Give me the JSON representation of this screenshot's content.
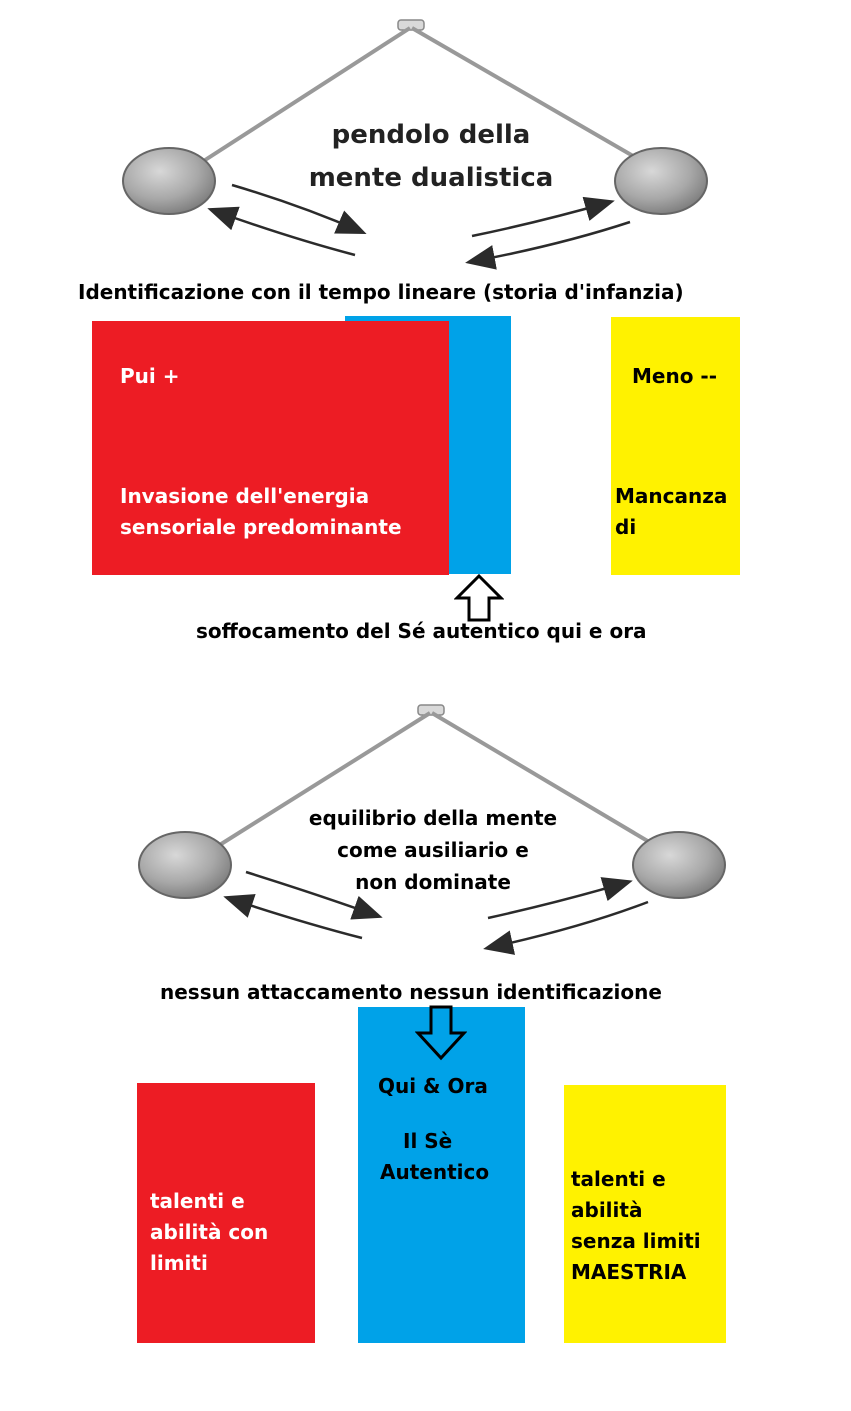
{
  "colors": {
    "red": "#ed1c24",
    "blue": "#00a2e8",
    "yellow": "#fff200",
    "bob": "#aaaaaa",
    "rod": "#999999",
    "arrow": "#2b2b2b"
  },
  "top": {
    "pendulum_title": [
      "pendolo della",
      "mente dualistica"
    ],
    "identification": "Identificazione con il tempo lineare (storia d'infanzia)",
    "red_plus": "Pui +",
    "red_text": [
      "Invasione dell'energia",
      "sensoriale predominante"
    ],
    "yellow_minus": "Meno --",
    "yellow_text": [
      "Mancanza",
      "di"
    ],
    "suffocation": "soffocamento del Sé autentico qui e ora"
  },
  "bottom": {
    "pendulum_title": [
      "equilibrio della mente",
      "come ausiliario e",
      "non dominate"
    ],
    "no_attachment": "nessun attaccamento nessun identificazione",
    "blue_text": [
      "Qui & Ora",
      "Il Sè",
      "Autentico"
    ],
    "red_text": [
      "talenti e",
      "abilità con",
      "limiti"
    ],
    "yellow_text": [
      "talenti e",
      "abilità",
      "senza limiti",
      "MAESTRIA"
    ]
  }
}
